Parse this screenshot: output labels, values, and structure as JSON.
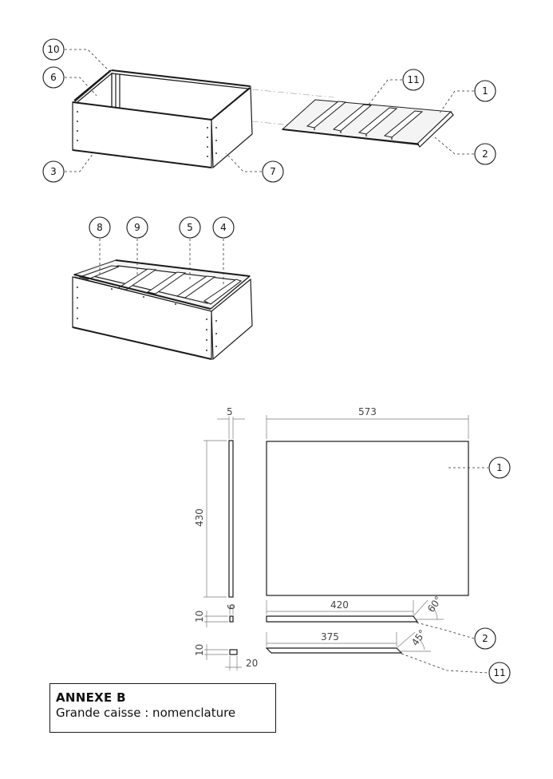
{
  "balloons": {
    "top": [
      "10",
      "6",
      "3",
      "7",
      "11",
      "1",
      "2"
    ],
    "middle": [
      "8",
      "9",
      "5",
      "4"
    ],
    "detail": [
      "1",
      "2",
      "11"
    ]
  },
  "dimensions": {
    "plate_thickness": "5",
    "plate_width": "573",
    "plate_height": "430",
    "strip_2_length": "420",
    "strip_2_angle": "60°",
    "strip_2_height": "10",
    "strip_2_thickness": "6",
    "strip_11_length": "375",
    "strip_11_angle": "45°",
    "strip_11_height": "10",
    "strip_11_width": "20"
  },
  "title_block": {
    "title": "ANNEXE B",
    "subtitle": "Grande caisse : nomenclature"
  }
}
